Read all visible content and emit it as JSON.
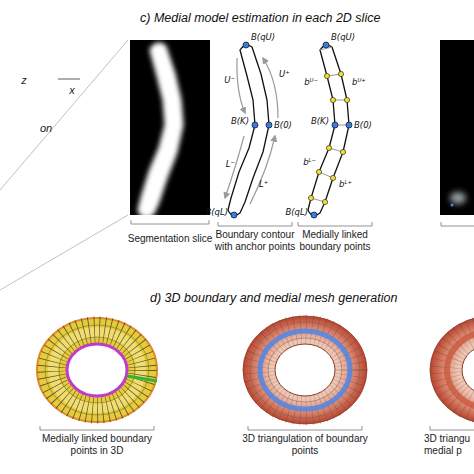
{
  "diagram": {
    "nodes": [
      {
        "text": [
          "Segmentation slice"
        ]
      },
      {
        "text": [
          "Boundary contour with anchor points"
        ]
      },
      {
        "text": [
          "Medially linked boundary points"
        ]
      },
      {
        "text": [
          "Medially linked boundary points in 3D"
        ]
      },
      {
        "text": [
          "3D triangulation of boundary points"
        ]
      },
      {
        "text": [
          "3D triangu",
          "medial p"
        ]
      }
    ],
    "labels": [
      "c) Medial model estimation in each 2D slice",
      "z",
      "x",
      "on",
      "B(qU)",
      "U⁺",
      "U⁻",
      "B(K)",
      "B(0)",
      "L⁻",
      "L⁺",
      "B(qL)",
      "B(qU)",
      "bᵁ⁻",
      "bᵁ⁺",
      "B(K)",
      "B(0)",
      "bᴸ⁻",
      "bᴸ⁺",
      "B(qL)",
      "d) 3D boundary and medial mesh generation"
    ]
  }
}
